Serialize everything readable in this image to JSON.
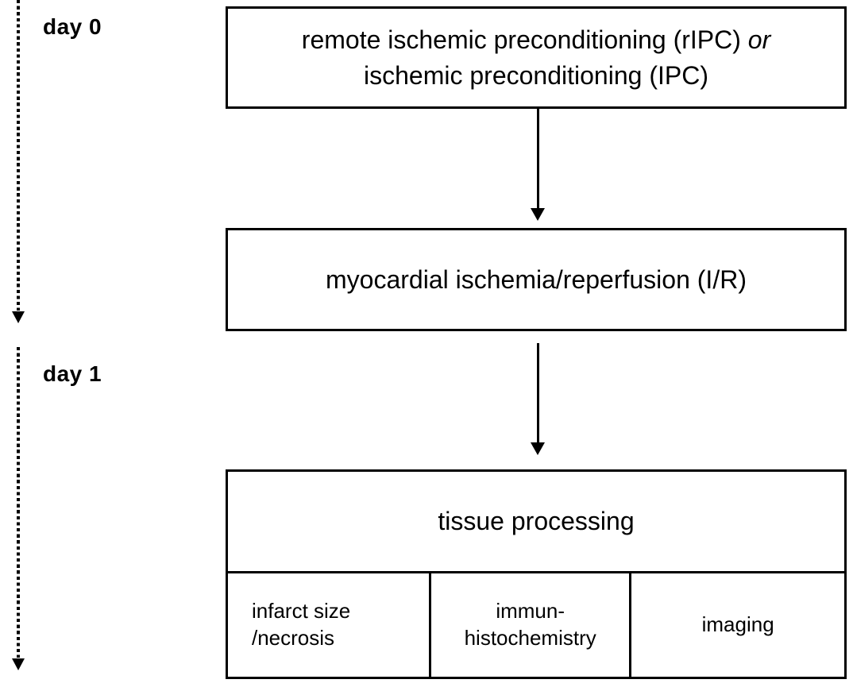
{
  "diagram": {
    "timeline": {
      "day0_label": "day 0",
      "day1_label": "day 1"
    },
    "boxes": {
      "preconditioning": {
        "line1_text": "remote ischemic preconditioning (rIPC)",
        "conjunction": "or",
        "line2_text": "ischemic preconditioning (IPC)"
      },
      "ischemia_reperfusion": {
        "label": "myocardial ischemia/reperfusion (I/R)"
      },
      "tissue_processing": {
        "title": "tissue processing",
        "cells": [
          {
            "lines": [
              "infarct size",
              "/necrosis"
            ]
          },
          {
            "lines": [
              "immun-",
              "histochemistry"
            ]
          },
          {
            "lines": [
              "imaging"
            ]
          }
        ]
      }
    },
    "colors": {
      "ink": "#000000",
      "background": "#ffffff"
    }
  }
}
